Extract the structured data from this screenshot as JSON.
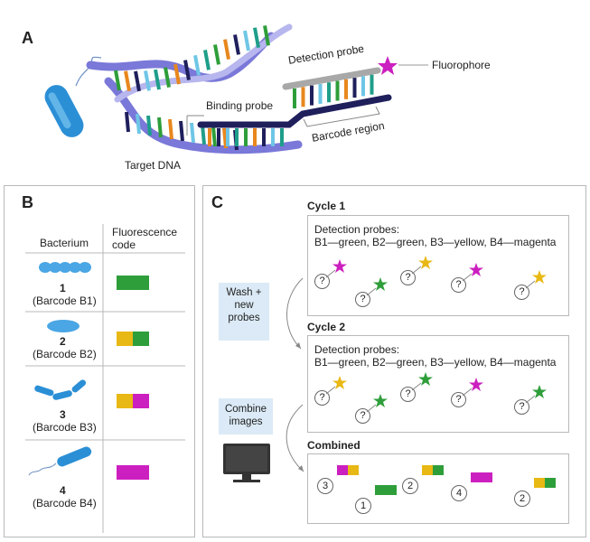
{
  "colors": {
    "green": "#2e9e3a",
    "yellow": "#e8b814",
    "magenta": "#cc1fbf",
    "panel_border": "#b9b9b9",
    "light_blue": "#dbeaf6",
    "navy": "#1f1f5c",
    "bacterium": "#2b8fd6"
  },
  "panelA": {
    "letter": "A",
    "labels": {
      "detection_probe": "Detection probe",
      "fluorophore": "Fluorophore",
      "binding_probe": "Binding probe",
      "barcode_region": "Barcode region",
      "target_dna": "Target DNA"
    }
  },
  "panelB": {
    "letter": "B",
    "col_bacterium": "Bacterium",
    "col_code": "Fluorescence code",
    "rows": [
      {
        "num": "1",
        "barcode": "(Barcode B1)",
        "shape": "chain-of-spheres",
        "code": [
          "green",
          "green"
        ]
      },
      {
        "num": "2",
        "barcode": "(Barcode B2)",
        "shape": "oval",
        "code": [
          "yellow",
          "green"
        ]
      },
      {
        "num": "3",
        "barcode": "(Barcode B3)",
        "shape": "rod-chain",
        "code": [
          "yellow",
          "magenta"
        ]
      },
      {
        "num": "4",
        "barcode": "(Barcode B4)",
        "shape": "flagellated-rod",
        "code": [
          "magenta",
          "magenta"
        ]
      }
    ]
  },
  "panelC": {
    "letter": "C",
    "wash": "Wash + new probes",
    "combine": "Combine images",
    "cycle1": {
      "title": "Cycle 1",
      "probes_title": "Detection probes:",
      "probes_text": "B1—green, B2—green, B3—yellow, B4—magenta",
      "cells": [
        {
          "q": "?",
          "star": "magenta"
        },
        {
          "q": "?",
          "star": "green"
        },
        {
          "q": "?",
          "star": "yellow"
        },
        {
          "q": "?",
          "star": "magenta"
        },
        {
          "q": "?",
          "star": "yellow"
        }
      ]
    },
    "cycle2": {
      "title": "Cycle 2",
      "probes_title": "Detection probes:",
      "probes_text": "B1—green, B2—green, B3—yellow, B4—magenta",
      "cells": [
        {
          "q": "?",
          "star": "yellow"
        },
        {
          "q": "?",
          "star": "green"
        },
        {
          "q": "?",
          "star": "green"
        },
        {
          "q": "?",
          "star": "magenta"
        },
        {
          "q": "?",
          "star": "green"
        }
      ]
    },
    "combined": {
      "title": "Combined",
      "cells": [
        {
          "num": "3",
          "code": [
            "magenta",
            "yellow"
          ]
        },
        {
          "num": "1",
          "code": [
            "green",
            "green"
          ]
        },
        {
          "num": "2",
          "code": [
            "yellow",
            "green"
          ]
        },
        {
          "num": "4",
          "code": [
            "magenta",
            "magenta"
          ]
        },
        {
          "num": "2",
          "code": [
            "yellow",
            "green"
          ]
        }
      ]
    }
  }
}
